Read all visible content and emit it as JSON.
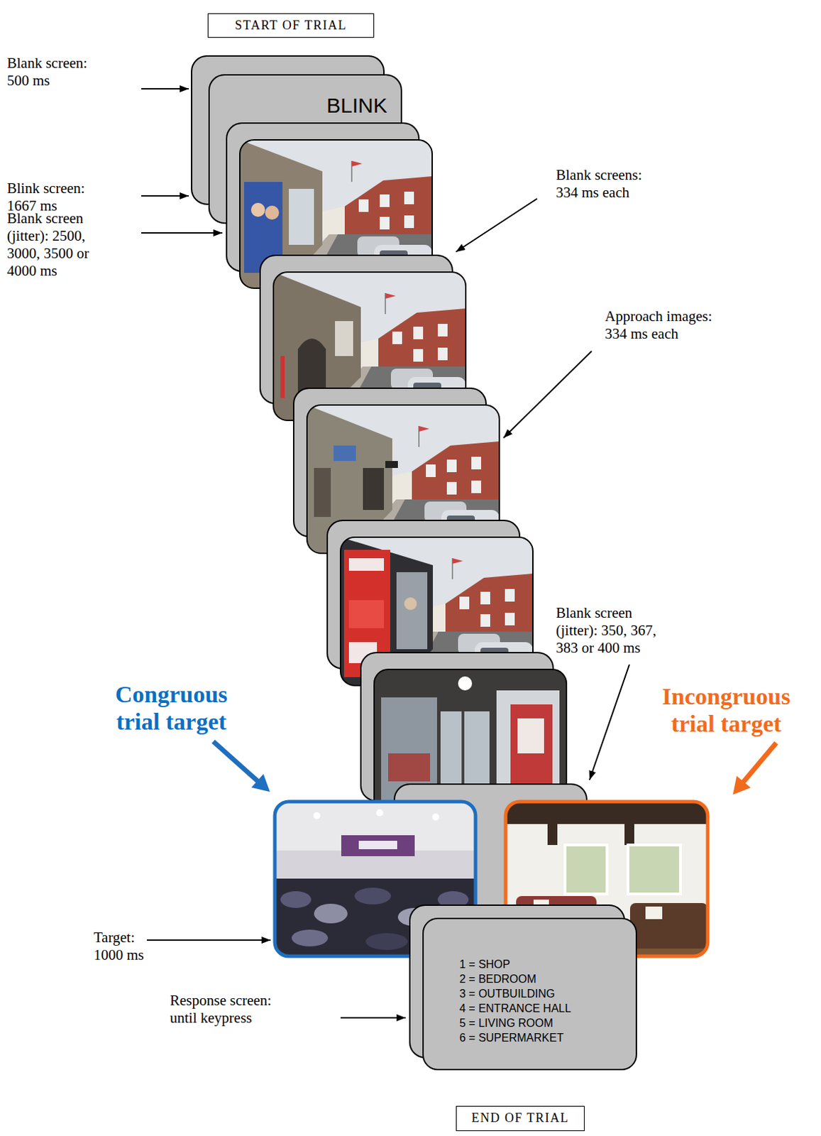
{
  "diagram": {
    "nodes": [
      {
        "text": [
          "START OF TRIAL"
        ]
      },
      {
        "text": [
          "BLINK"
        ]
      },
      {
        "text": [
          "1 = SHOP",
          "2 = BEDROOM",
          "3 = OUTBUILDING",
          "4 = ENTRANCE HALL",
          "5 = LIVING ROOM",
          "6 = SUPERMARKET"
        ]
      },
      {
        "text": [
          "END OF TRIAL"
        ]
      }
    ],
    "labels": [
      "Blank screen: 500 ms",
      "Blink screen: 1667 ms",
      "Blank screen (jitter): 2500, 3000, 3500 or 4000 ms",
      "Blank screens: 334 ms each",
      "Approach images: 334 ms each",
      "Blank screen (jitter): 350, 367, 383 or 400 ms",
      "Congruous trial target",
      "Incongruous trial target",
      "Target: 1000 ms",
      "Response screen: until keypress"
    ]
  }
}
